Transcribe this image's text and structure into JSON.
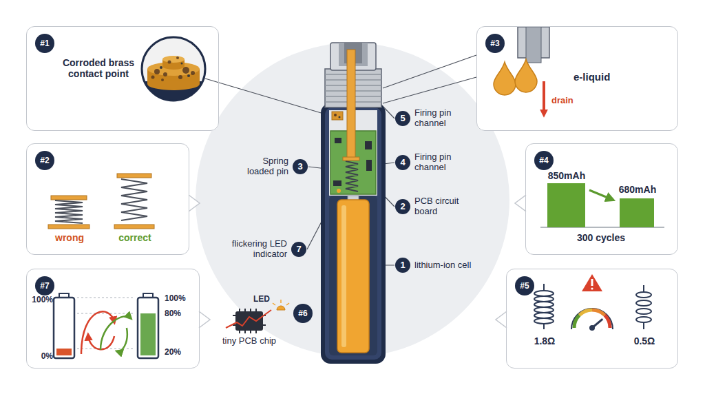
{
  "diagram": {
    "nodes": [
      {
        "text": [
          "Corroded brass contact point"
        ]
      },
      {
        "text": [
          "#1"
        ],
        "in": 0
      },
      {
        "text": [
          "e-liquid",
          "drain"
        ]
      },
      {
        "text": [
          "#3"
        ],
        "in": 2
      },
      {
        "text": [
          "wrong",
          "correct"
        ]
      },
      {
        "text": [
          "#2"
        ],
        "in": 4
      },
      {
        "text": [
          "850mAh",
          "680mAh",
          "300 cycles"
        ]
      },
      {
        "text": [
          "#4"
        ],
        "in": 6
      },
      {
        "text": [
          "100%",
          "0%",
          "100%",
          "80%",
          "20%"
        ]
      },
      {
        "text": [
          "#7"
        ],
        "in": 8
      },
      {
        "text": [
          "1.8Ω",
          "0.5Ω"
        ]
      },
      {
        "text": [
          "#5"
        ],
        "in": 10
      },
      {
        "text": [
          "5",
          "Firing pin channel"
        ]
      },
      {
        "text": [
          "4",
          "Firing pin channel"
        ]
      },
      {
        "text": [
          "3",
          "Spring loaded pin"
        ]
      },
      {
        "text": [
          "2",
          "PCB circuit board"
        ]
      },
      {
        "text": [
          "7",
          "flickering LED indicator"
        ]
      },
      {
        "text": [
          "1",
          "lithium-ion cell"
        ]
      },
      {
        "text": [
          "#6"
        ]
      }
    ],
    "labels": [
      "LED",
      "tiny PCB chip"
    ]
  }
}
